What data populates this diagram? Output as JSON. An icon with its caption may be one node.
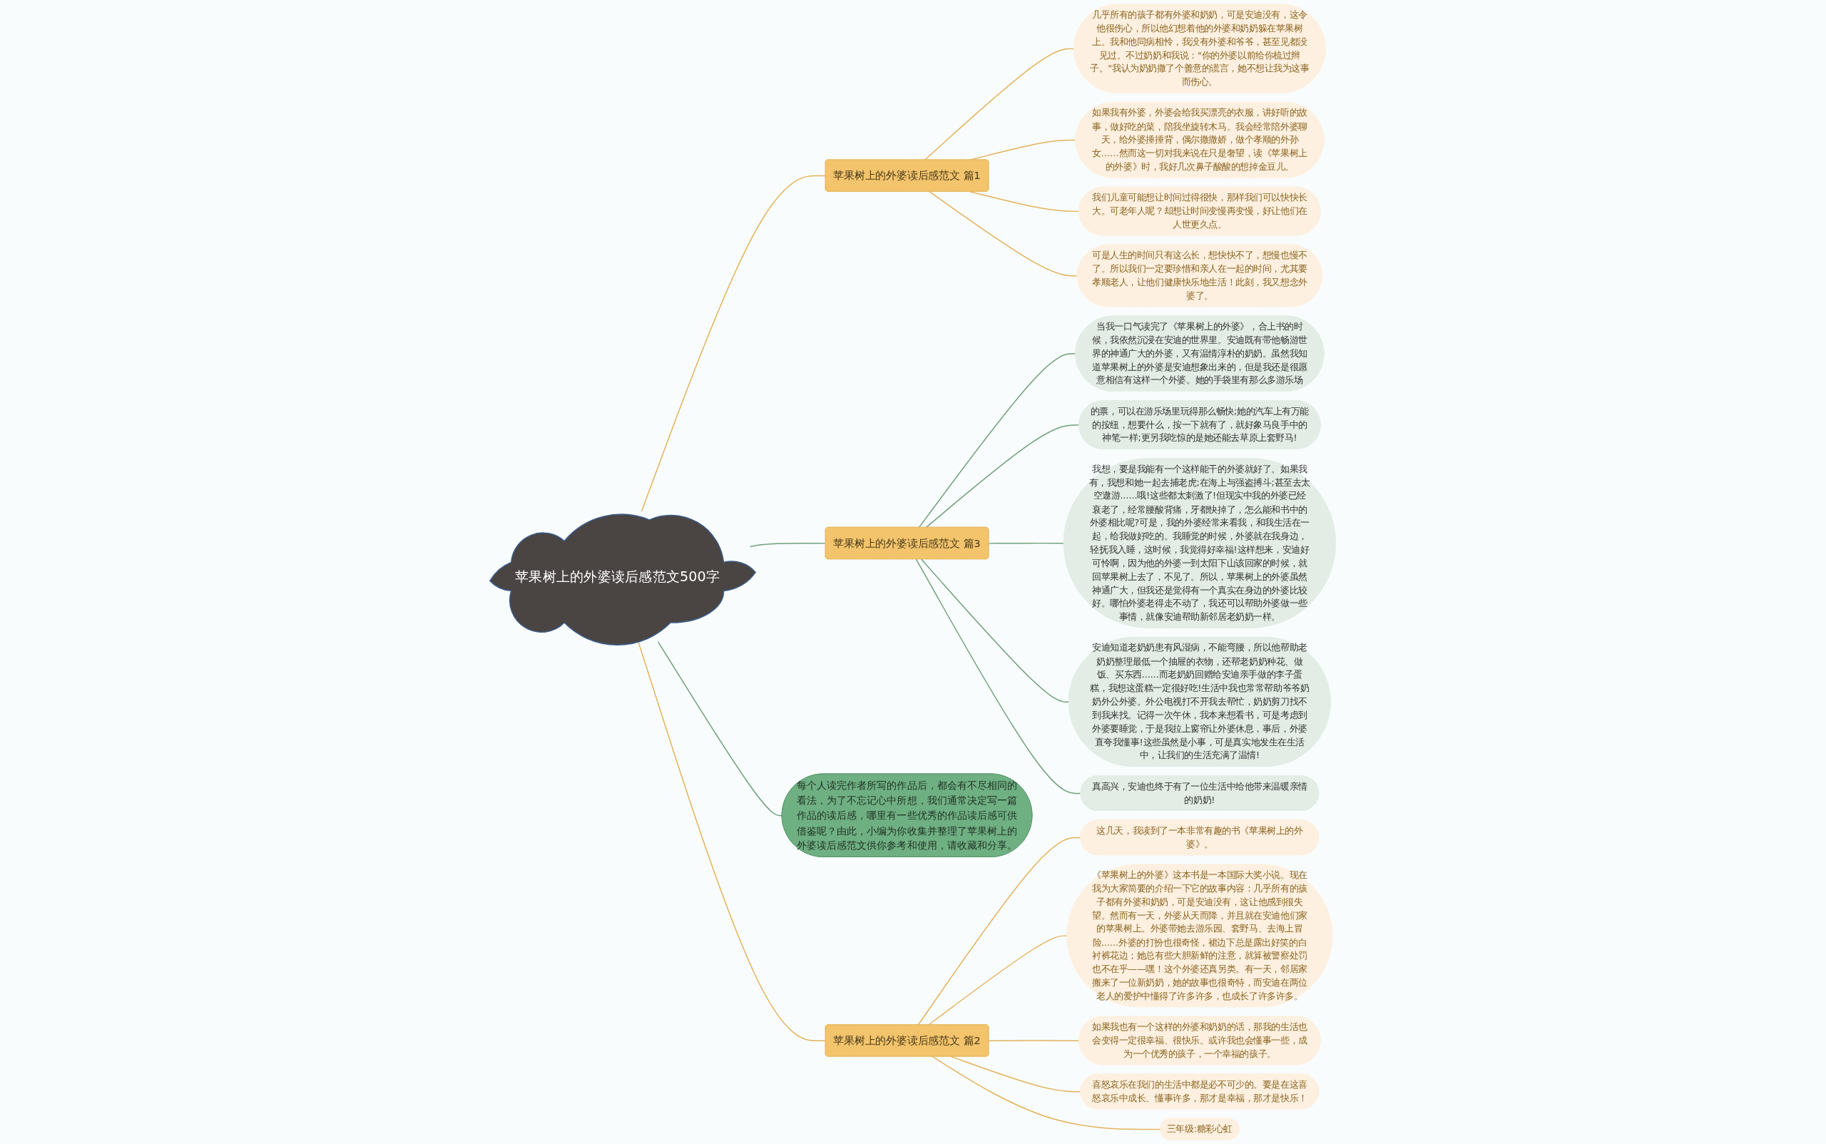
{
  "diagram": {
    "nodes": [
      {
        "text": [
          "苹果树上的外婆读后感范文500字"
        ]
      },
      {
        "text": [
          "苹果树上的外婆读后感范文 篇1"
        ]
      },
      {
        "text": [
          "几乎所有的孩子都有外婆和奶奶，可是安迪没有，这令他很伤心，所以他幻想着他的外婆和奶奶躲在苹果树上。我和他同病相怜，我没有外婆和爷爷，甚至见都没见过。不过奶奶和我说：\"你的外婆以前给你梳过辫子。\"我认为奶奶撒了个善意的谎言，她不想让我为这事而伤心。"
        ]
      },
      {
        "text": [
          "如果我有外婆，外婆会给我买漂亮的衣服，讲好听的故事，做好吃的菜，陪我坐旋转木马。我会经常陪外婆聊天，给外婆捶捶背，偶尔撒撒娇，做个孝顺的外孙女……然而这一切对我来说在只是奢望，读《苹果树上的外婆》时，我好几次鼻子酸酸的想掉金豆儿。"
        ]
      },
      {
        "text": [
          "我们儿童可能想让时间过得很快，那样我们可以快快长大。可老年人呢？却想让时间变慢再变慢，好让他们在人世更久点。"
        ]
      },
      {
        "text": [
          "可是人生的时间只有这么长，想快快不了，想慢也慢不了。所以我们一定要珍惜和亲人在一起的时间，尤其要孝顺老人，让他们健康快乐地生活！此刻，我又想念外婆了。"
        ]
      },
      {
        "text": [
          "苹果树上的外婆读后感范文 篇3"
        ]
      },
      {
        "text": [
          "当我一口气读完了《苹果树上的外婆》，合上书的时候，我依然沉浸在安迪的世界里。安迪既有带他畅游世界的神通广大的外婆，又有温情淳朴的奶奶。虽然我知道苹果树上的外婆是安迪想象出来的，但是我还是很愿意相信有这样一个外婆。她的手袋里有那么多游乐场"
        ]
      },
      {
        "text": [
          "的票，可以在游乐场里玩得那么畅快;她的汽车上有万能的按纽，想要什么，按一下就有了，就好象马良手中的神笔一样;更另我吃惊的是她还能去草原上套野马!"
        ]
      },
      {
        "text": [
          "我想，要是我能有一个这样能干的外婆就好了。如果我有，我想和她一起去捕老虎;在海上与强盗搏斗;甚至去太空遨游......哦!这些都太刺激了!但现实中我的外婆已经衰老了，经常腰酸背痛，牙都快掉了，怎么能和书中的外婆相比呢?可是，我的外婆经常来看我，和我生活在一起，给我做好吃的。我睡觉的时候，外婆就在我身边，轻抚我入睡，这时候，我觉得好幸福!这样想来，安迪好可怜啊，因为他的外婆一到太阳下山该回家的时候，就回苹果树上去了，不见了。所以，苹果树上的外婆虽然神通广大，但我还是觉得有一个真实在身边的外婆比较好。哪怕外婆老得走不动了，我还可以帮助外婆做一些事情，就像安迪帮助新邻居老奶奶一样。"
        ]
      },
      {
        "text": [
          "安迪知道老奶奶患有风湿病，不能弯腰，所以他帮助老奶奶整理最低一个抽屉的衣物，还帮老奶奶种花、做饭、买东西......而老奶奶回赠给安迪亲手做的李子蛋糕，我想这蛋糕一定很好吃!生活中我也常常帮助爷爷奶奶外公外婆。外公电视打不开我去帮忙，奶奶剪刀找不到我来找。记得一次午休，我本来想看书，可是考虑到外婆要睡觉，于是我拉上窗帘让外婆休息，事后，外婆直夸我懂事!这些虽然是小事，可是真实地发生在生活中，让我们的生活充满了温情!"
        ]
      },
      {
        "text": [
          "真高兴，安迪也终于有了一位生活中给他带来温暖亲情的奶奶!"
        ]
      },
      {
        "text": [
          "每个人读完作者所写的作品后，都会有不尽相同的看法，为了不忘记心中所想，我们通常决定写一篇作品的读后感，哪里有一些优秀的作品读后感可供借鉴呢？由此，小编为你收集并整理了苹果树上的外婆读后感范文供你参考和使用，请收藏和分享。"
        ]
      },
      {
        "text": [
          "苹果树上的外婆读后感范文 篇2"
        ]
      },
      {
        "text": [
          "这几天，我读到了一本非常有趣的书《苹果树上的外婆》。"
        ]
      },
      {
        "text": [
          "《苹果树上的外婆》这本书是一本国际大奖小说。现在我为大家简要的介绍一下它的故事内容：几乎所有的孩子都有外婆和奶奶，可是安迪没有，这让他感到很失望。然而有一天，外婆从天而降，并且就在安迪他们家的苹果树上。外婆带她去游乐园、套野马、去海上冒险......外婆的打扮也很奇怪，裙边下总是露出好笑的白衬裤花边；她总有些大胆新鲜的注意，就算被警察处罚也不在乎——嘿！这个外婆还真另类。有一天，邻居家搬来了一位新奶奶，她的故事也很奇特，而安迪在两位老人的爱护中懂得了许多许多，也成长了许多许多。"
        ]
      },
      {
        "text": [
          "如果我也有一个这样的外婆和奶奶的话，那我的生活也会变得一定很幸福、很快乐。或许我也会懂事一些，成为一个优秀的孩子，一个幸福的孩子。"
        ]
      },
      {
        "text": [
          "喜怒哀乐在我们的生活中都是必不可少的。要是在这喜怒哀乐中成长、懂事许多，那才是幸福，那才是快乐！"
        ]
      },
      {
        "text": [
          "三年级:糖彩心虹"
        ]
      }
    ],
    "edges": [
      {
        "from": 0,
        "to": 1,
        "arrow": "none"
      },
      {
        "from": 1,
        "to": 2,
        "arrow": "none"
      },
      {
        "from": 1,
        "to": 3,
        "arrow": "none"
      },
      {
        "from": 1,
        "to": 4,
        "arrow": "none"
      },
      {
        "from": 1,
        "to": 5,
        "arrow": "none"
      },
      {
        "from": 0,
        "to": 6,
        "arrow": "none",
        "color": "#6f9f78"
      },
      {
        "from": 6,
        "to": 7,
        "arrow": "none",
        "color": "#6f9f78"
      },
      {
        "from": 6,
        "to": 8,
        "arrow": "none",
        "color": "#6f9f78"
      },
      {
        "from": 6,
        "to": 9,
        "arrow": "none",
        "color": "#6f9f78"
      },
      {
        "from": 6,
        "to": 10,
        "arrow": "none",
        "color": "#6f9f78"
      },
      {
        "from": 6,
        "to": 11,
        "arrow": "none",
        "color": "#6f9f78"
      },
      {
        "from": 0,
        "to": 12,
        "arrow": "none",
        "color": "#6f9f78"
      },
      {
        "from": 0,
        "to": 13,
        "arrow": "none"
      },
      {
        "from": 13,
        "to": 14,
        "arrow": "none"
      },
      {
        "from": 13,
        "to": 15,
        "arrow": "none"
      },
      {
        "from": 13,
        "to": 16,
        "arrow": "none"
      },
      {
        "from": 13,
        "to": 17,
        "arrow": "none"
      },
      {
        "from": 13,
        "to": 18,
        "arrow": "none"
      }
    ]
  }
}
